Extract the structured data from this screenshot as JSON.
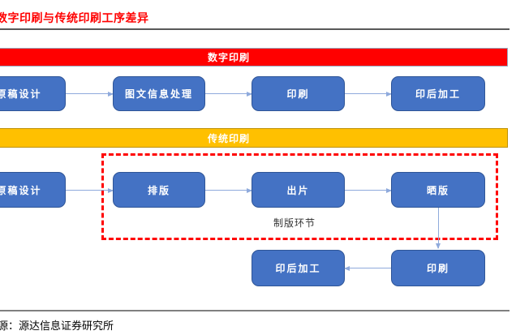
{
  "page": {
    "title": "数字印刷与传统印刷工序差异",
    "source_note": "源：源达信息证券研究所"
  },
  "colors": {
    "banner_red": "#FF0000",
    "banner_orange": "#FFC000",
    "box_blue": "#4472C4",
    "box_border": "#2F5597",
    "arrow": "#8FAADC",
    "dashed_red": "#FF0000",
    "title_red": "#FF0000"
  },
  "digital_section": {
    "banner_label": "数字印刷",
    "steps": [
      "原稿设计",
      "图文信息处理",
      "印刷",
      "印后加工"
    ],
    "flow_edges": [
      "原稿设计→图文信息处理",
      "图文信息处理→印刷",
      "印刷→印后加工"
    ]
  },
  "traditional_section": {
    "banner_label": "传统印刷",
    "main_steps": [
      "原稿设计",
      "排版",
      "出片",
      "晒版"
    ],
    "platemaking_group_label": "制版环节",
    "post_steps": [
      "印后加工",
      "印刷"
    ],
    "flow_edges": [
      "原稿设计→排版",
      "排版→出片",
      "出片→晒版",
      "晒版→印刷",
      "印刷→印后加工"
    ]
  }
}
